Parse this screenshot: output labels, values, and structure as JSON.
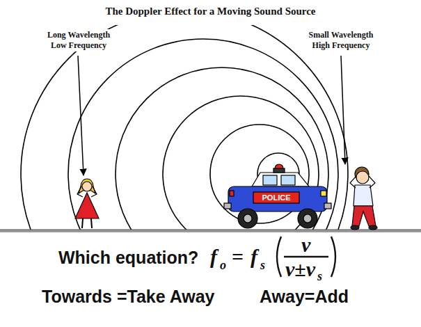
{
  "diagram": {
    "title": "The Doppler Effect for a Moving Sound Source",
    "labels": [
      "Long Wavelength Low Frequency",
      "Small Wavelength High Frequency",
      "POLICE",
      "Which equation?",
      "f",
      "o",
      "=",
      "f",
      "s",
      "v",
      "v±v",
      "s",
      "Towards =Take Away",
      "Away=Add"
    ]
  }
}
